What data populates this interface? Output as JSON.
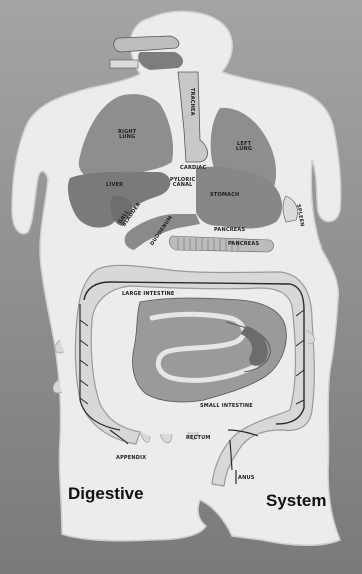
{
  "labels": {
    "trachea": "TRACHEA",
    "right_lung": "RIGHT\nLUNG",
    "left_lung": "LEFT\nLUNG",
    "cardiac": "CARDIAC",
    "liver": "LIVER",
    "pyloric_canal": "PYLORIC\nCANAL",
    "stomach": "STOMACH",
    "gall_bladder": "GALL\nBLADDER",
    "duodenum": "DUODENUM",
    "pancreas": "PANCREAS",
    "pancreas_2": "PANCREAS",
    "spleen": "SPLEEN",
    "large_intestine": "LARGE INTESTINE",
    "small_intestine": "SMALL INTESTINE",
    "rectum": "RECTUM",
    "appendix": "APPENDIX",
    "anus": "ANUS"
  },
  "title": {
    "left": "Digestive",
    "right": "System"
  },
  "colors": {
    "table": "#8f8f8f",
    "foam": "#ececec",
    "organ_dark": "#7d7d7d",
    "organ_mid": "#9d9d9d",
    "organ_light": "#bdbdbd"
  }
}
